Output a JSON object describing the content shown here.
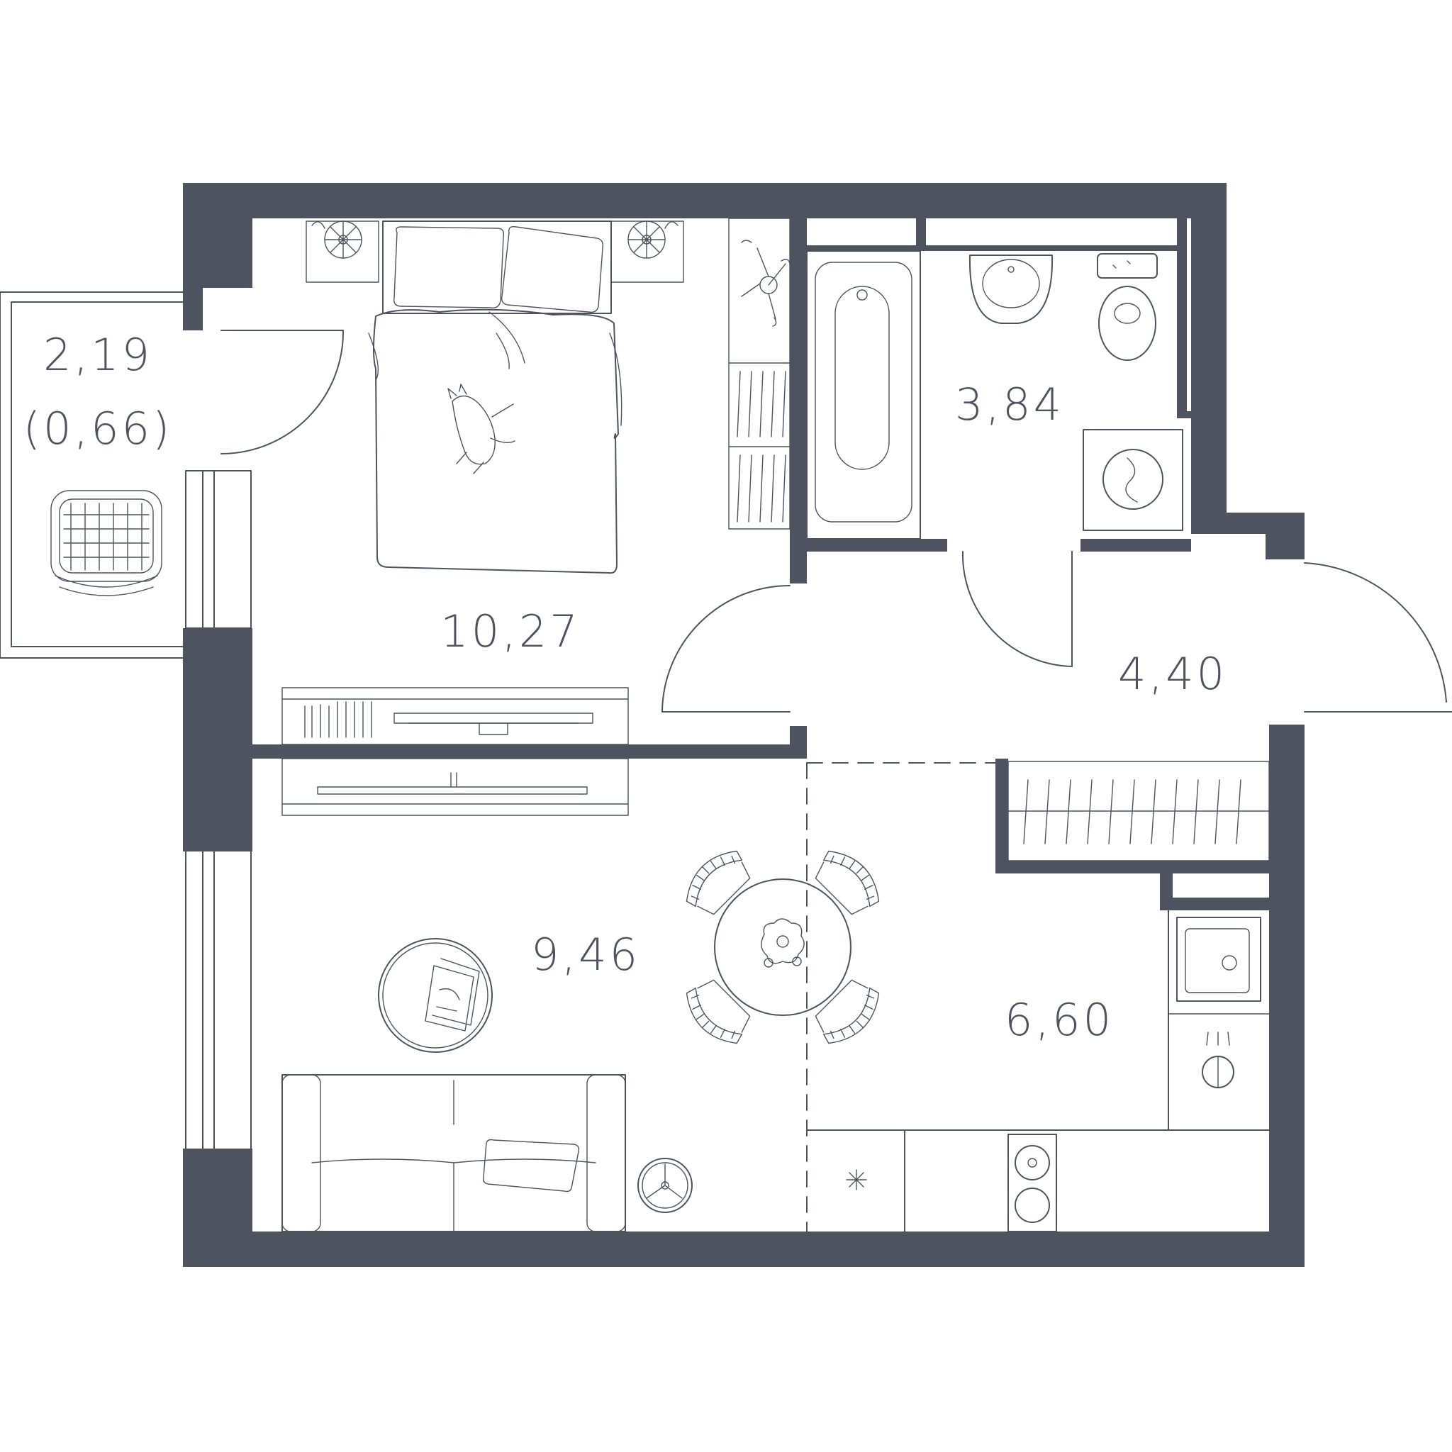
{
  "plan": {
    "balcony_area": "2,19",
    "balcony_area_reduced": "(0,66)",
    "bedroom_area": "10,27",
    "bathroom_area": "3,84",
    "hall_area": "4,40",
    "living_area": "9,46",
    "kitchen_area": "6,60"
  },
  "colors": {
    "wall": "#4f535f",
    "background": "#ffffff"
  }
}
